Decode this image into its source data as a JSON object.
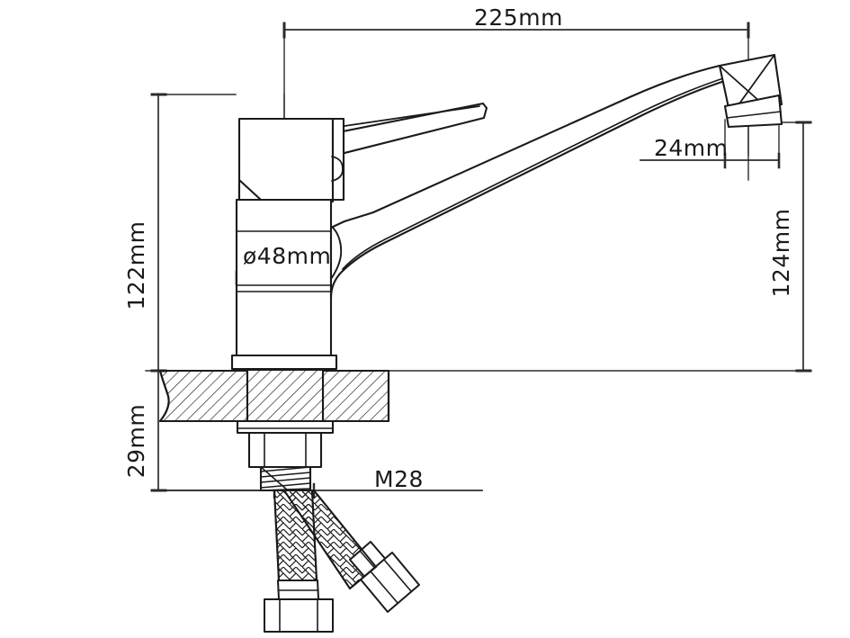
{
  "drawing": {
    "title": "Single-lever kitchen mixer tap — dimensioned side elevation",
    "type": "engineering-dimension-drawing",
    "units": "mm",
    "line_color": "#1a1a1a",
    "fill_color": "#ffffff",
    "background": "#ffffff"
  },
  "dimensions": {
    "spout_reach": {
      "label": "225mm",
      "value": 225,
      "orientation": "horizontal",
      "position": "top",
      "describes": "Horizontal distance from tap body centre axis to spout outlet centre"
    },
    "body_height": {
      "label": "122mm",
      "value": 122,
      "orientation": "vertical",
      "position": "left",
      "describes": "Height from deck surface to top of lever handle"
    },
    "body_diameter": {
      "label": "ø48mm",
      "value": 48,
      "orientation": "horizontal",
      "position": "centre-body",
      "describes": "Diameter of cylindrical tap body"
    },
    "outlet_height": {
      "label": "24mm",
      "value": 24,
      "orientation": "horizontal",
      "position": "right-upper",
      "describes": "Aerator / outlet nozzle dimension"
    },
    "spout_height": {
      "label": "124mm",
      "value": 124,
      "orientation": "vertical",
      "position": "right",
      "describes": "Height from deck surface to spout outlet"
    },
    "deck_thickness": {
      "label": "29mm",
      "value": 29,
      "orientation": "vertical",
      "position": "left-lower",
      "describes": "Countertop / deck thickness plus shank allowance"
    },
    "thread_size": {
      "label": "M28",
      "value": "M28",
      "orientation": "horizontal",
      "position": "lower-centre",
      "describes": "Metric thread size of mounting shank"
    }
  },
  "parts": [
    {
      "name": "lever-handle",
      "description": "Single lever handle, tapered blade rising from cartridge housing"
    },
    {
      "name": "cartridge-housing",
      "description": "Upper faceted housing block carrying the lever pivot"
    },
    {
      "name": "body-cylinder",
      "description": "Cylindrical tap body, ø48mm"
    },
    {
      "name": "spout-tube",
      "description": "Straight angled tubular spout rising to the right"
    },
    {
      "name": "spout-outlet",
      "description": "Angled outlet head with aerator collar"
    },
    {
      "name": "deck-countertop",
      "description": "Hatched cross-section of the counter / sink deck"
    },
    {
      "name": "base-flange",
      "description": "Escutcheon flange seated on deck surface"
    },
    {
      "name": "lock-nut",
      "description": "Hex lock nut below deck"
    },
    {
      "name": "threaded-shank",
      "description": "M28 threaded shank"
    },
    {
      "name": "flexible-hose-left",
      "description": "Braided flexible supply hose, vertical"
    },
    {
      "name": "flexible-hose-right",
      "description": "Braided flexible supply hose, angled"
    },
    {
      "name": "hose-nut-left",
      "description": "Hex connector nut on left hose"
    },
    {
      "name": "hose-nut-right",
      "description": "Hex connector nut on right hose"
    }
  ]
}
